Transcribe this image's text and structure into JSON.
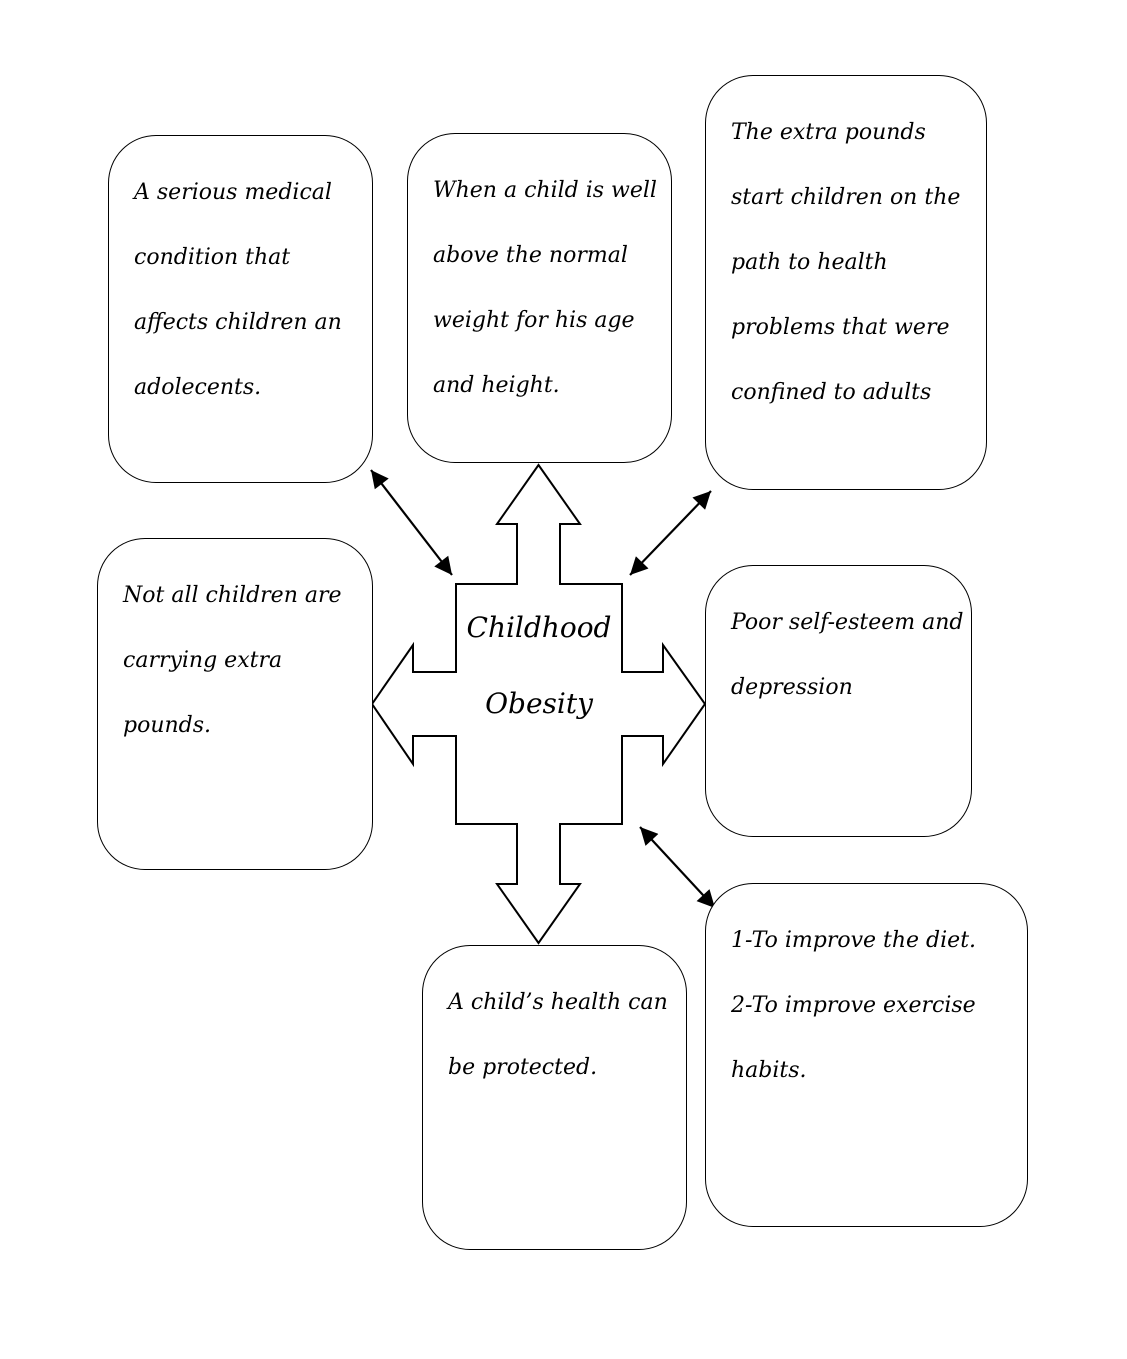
{
  "colors": {
    "stroke": "#000000",
    "fill": "#ffffff",
    "text": "#000000",
    "background": "#ffffff"
  },
  "center": {
    "label": "Childhood\nObesity"
  },
  "nodes": {
    "top_left": {
      "text": "A serious medical\ncondition that\naffects children an\nadolecents."
    },
    "top_center": {
      "text": "When a child is well\nabove the normal\nweight for his age\nand height."
    },
    "top_right": {
      "text": "The extra pounds\nstart children on the\npath to health\nproblems that were\nconfined to adults"
    },
    "mid_left": {
      "text": "Not all children are\ncarrying extra\npounds."
    },
    "mid_right": {
      "text": "Poor self-esteem and\ndepression"
    },
    "bottom_center": {
      "text": "A child’s health can\nbe protected."
    },
    "bottom_right": {
      "text": "1-To improve the diet.\n2-To improve exercise\nhabits."
    }
  },
  "connections": [
    {
      "from": "center",
      "to": "top_left",
      "style": "double-headed-line"
    },
    {
      "from": "center",
      "to": "top_center",
      "style": "block-arrow-up"
    },
    {
      "from": "center",
      "to": "top_right",
      "style": "double-headed-line"
    },
    {
      "from": "center",
      "to": "mid_left",
      "style": "block-arrow-left"
    },
    {
      "from": "center",
      "to": "mid_right",
      "style": "block-arrow-right"
    },
    {
      "from": "center",
      "to": "bottom_center",
      "style": "block-arrow-down"
    },
    {
      "from": "center",
      "to": "bottom_right",
      "style": "double-headed-line"
    }
  ]
}
